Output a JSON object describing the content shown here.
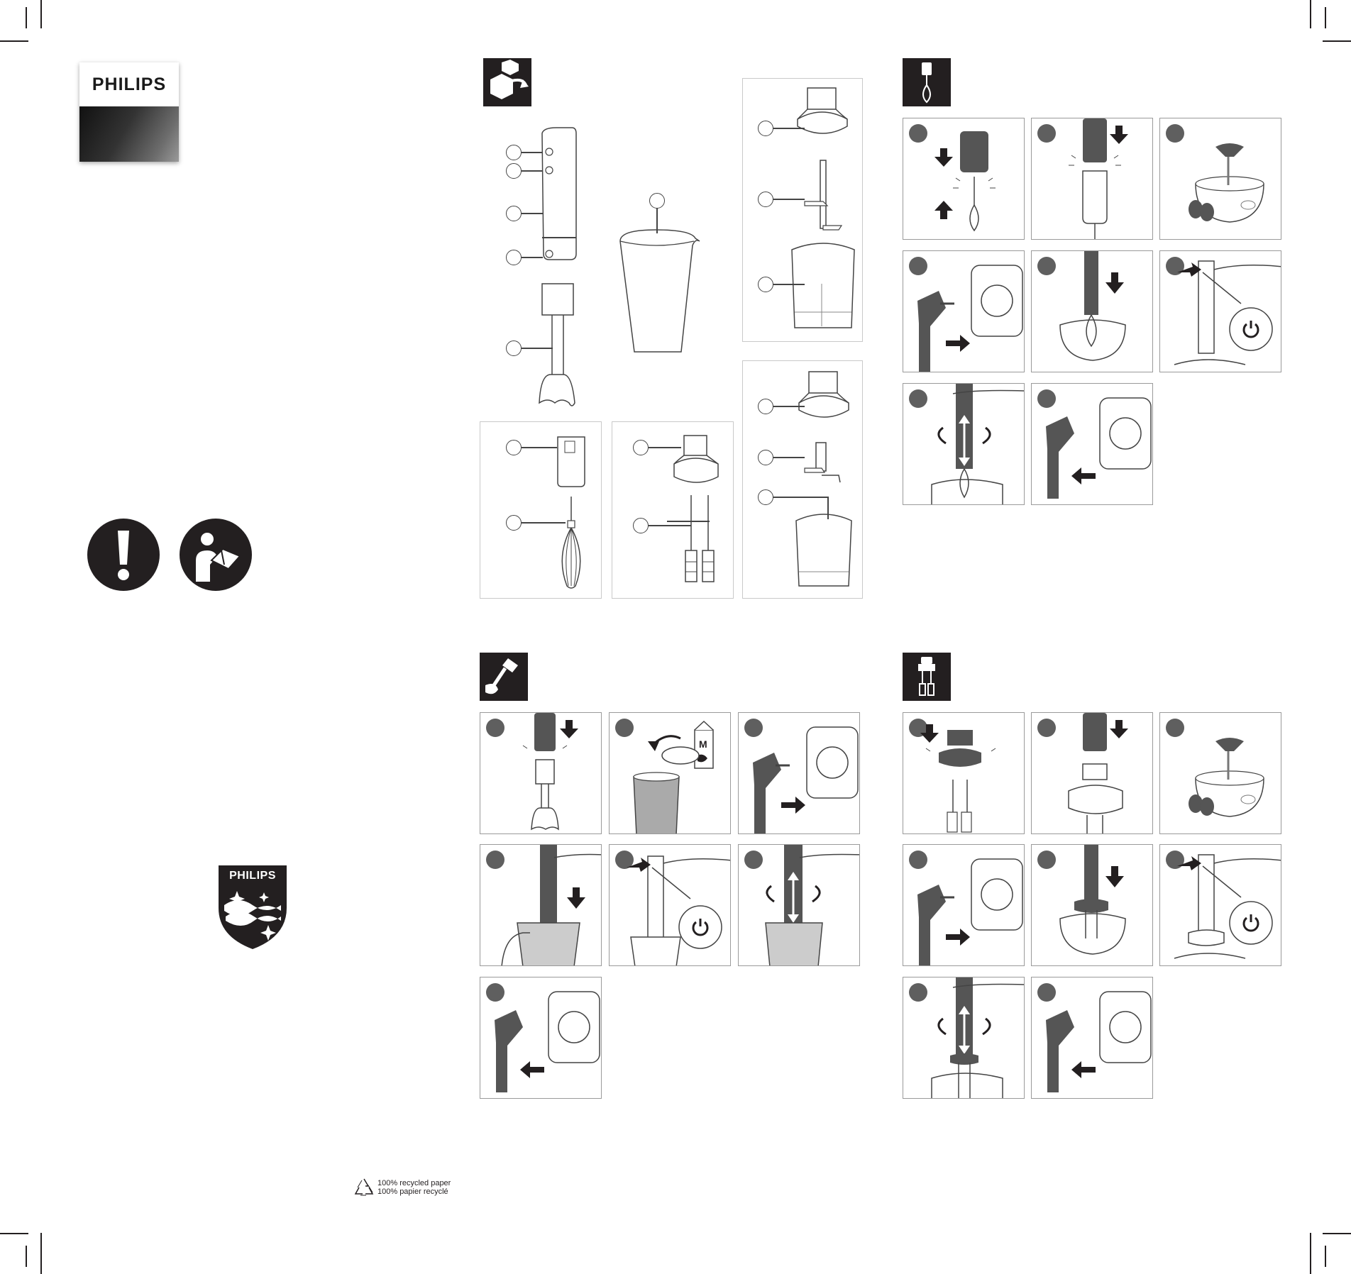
{
  "brand": {
    "wordmark": "PHILIPS",
    "shield_wordmark": "PHILIPS"
  },
  "footer": {
    "recycled_line1": "100% recycled paper",
    "recycled_line2": "100% papier recyclé"
  },
  "step_markers": {
    "marker": "M"
  },
  "icons": [
    "warning-icon",
    "read-manual-icon",
    "unpack-box-icon",
    "whisk-section-icon",
    "blender-section-icon",
    "mixer-section-icon",
    "power-button-icon",
    "recycle-icon"
  ],
  "colors": {
    "ink": "#231f20",
    "step_dot": "#5f5f5f",
    "panel_border": "#9a9a9a"
  }
}
